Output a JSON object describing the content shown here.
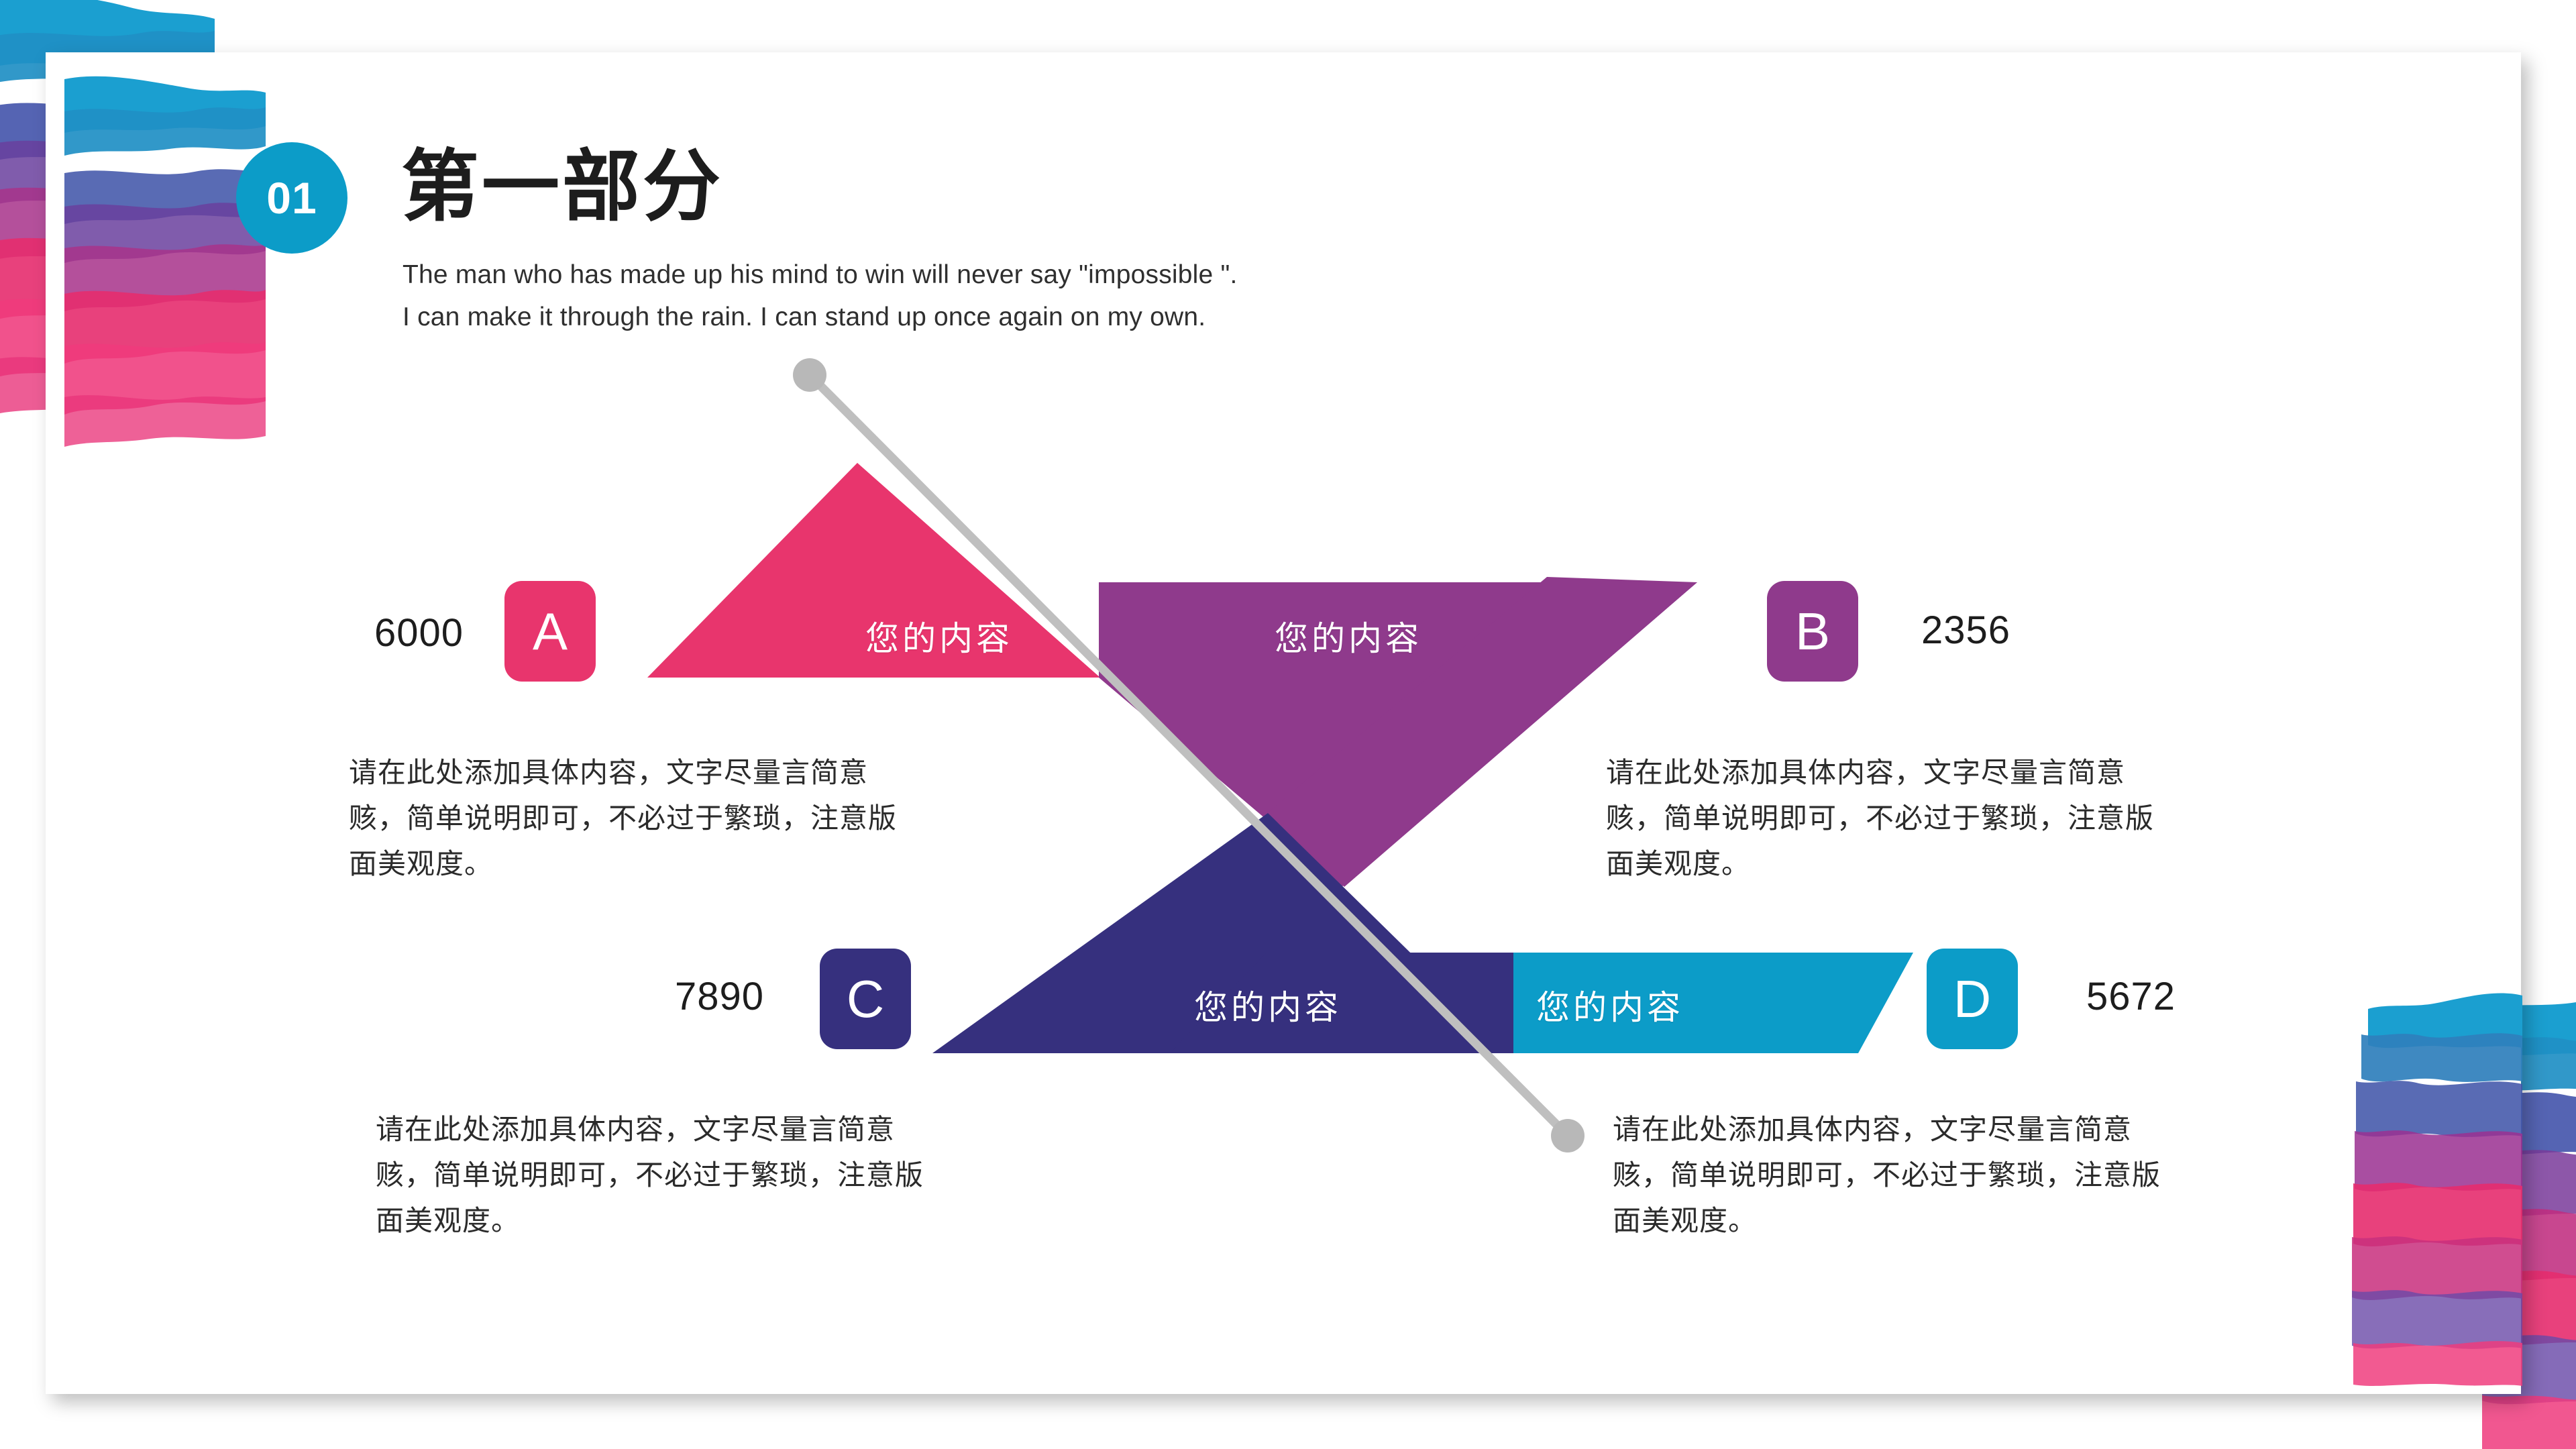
{
  "slide": {
    "section_number": "01",
    "title": "第一部分",
    "subtitle_line1": "The man who has made up his mind to win will never say \"impossible \".",
    "subtitle_line2": "I can make it through the rain. I can stand up once again on my own."
  },
  "colors": {
    "accent_cyan": "#0c9cc8",
    "pink": "#e8356d",
    "purple": "#8f3a8c",
    "indigo": "#36307e",
    "blue": "#0c9cc8",
    "guide_line": "#bfbfbf",
    "card": "#ffffff",
    "text_dark": "#1d1d1d"
  },
  "items": [
    {
      "key": "a",
      "letter": "A",
      "value": "6000",
      "ribbon_label": "您的内容",
      "color": "#e8356d",
      "description": "请在此处添加具体内容，文字尽量言简意赅，简单说明即可，不必过于繁琐，注意版面美观度。"
    },
    {
      "key": "b",
      "letter": "B",
      "value": "2356",
      "ribbon_label": "您的内容",
      "color": "#8f3a8c",
      "description": "请在此处添加具体内容，文字尽量言简意赅，简单说明即可，不必过于繁琐，注意版面美观度。"
    },
    {
      "key": "c",
      "letter": "C",
      "value": "7890",
      "ribbon_label": "您的内容",
      "color": "#36307e",
      "description": "请在此处添加具体内容，文字尽量言简意赅，简单说明即可，不必过于繁琐，注意版面美观度。"
    },
    {
      "key": "d",
      "letter": "D",
      "value": "5672",
      "ribbon_label": "您的内容",
      "color": "#0c9cc8",
      "description": "请在此处添加具体内容，文字尽量言简意赅，简单说明即可，不必过于繁琐，注意版面美观度。"
    }
  ],
  "decorations": {
    "splash_top_left": "watercolor-splash",
    "splash_bottom_right": "watercolor-splash",
    "guide_line": "diagonal-connector-line"
  }
}
